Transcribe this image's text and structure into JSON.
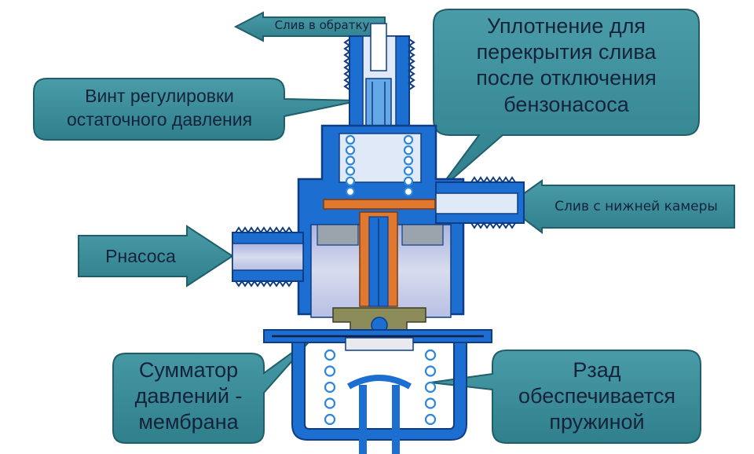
{
  "labels": {
    "drain_return": "Слив в обратку",
    "seal_line1": "Уплотнение для",
    "seal_line2": "перекрытия слива",
    "seal_line3": "после отключения",
    "seal_line4": "бензонасоса",
    "screw_line1": "Винт регулировки",
    "screw_line2": "остаточного давления",
    "drain_lower": "Слив с нижней камеры",
    "p_pump": "Рнасоса",
    "summator_line1": "Сумматор",
    "summator_line2": "давлений -",
    "summator_line3": "мембрана",
    "p_back_line1": "Рзад",
    "p_back_line2": "обеспечивается",
    "p_back_line3": "пружиной"
  },
  "colors": {
    "callout_fill": "#3a8c98",
    "callout_border": "#1f5f6b",
    "body_blue": "#1c6fd0",
    "body_dark": "#124a9a",
    "cavity_light": "#c9d7ec",
    "spring_dots": "#2f86d8",
    "piston_orange": "#e07830",
    "seat_olive": "#8c8c5a",
    "text": "#15233a"
  }
}
